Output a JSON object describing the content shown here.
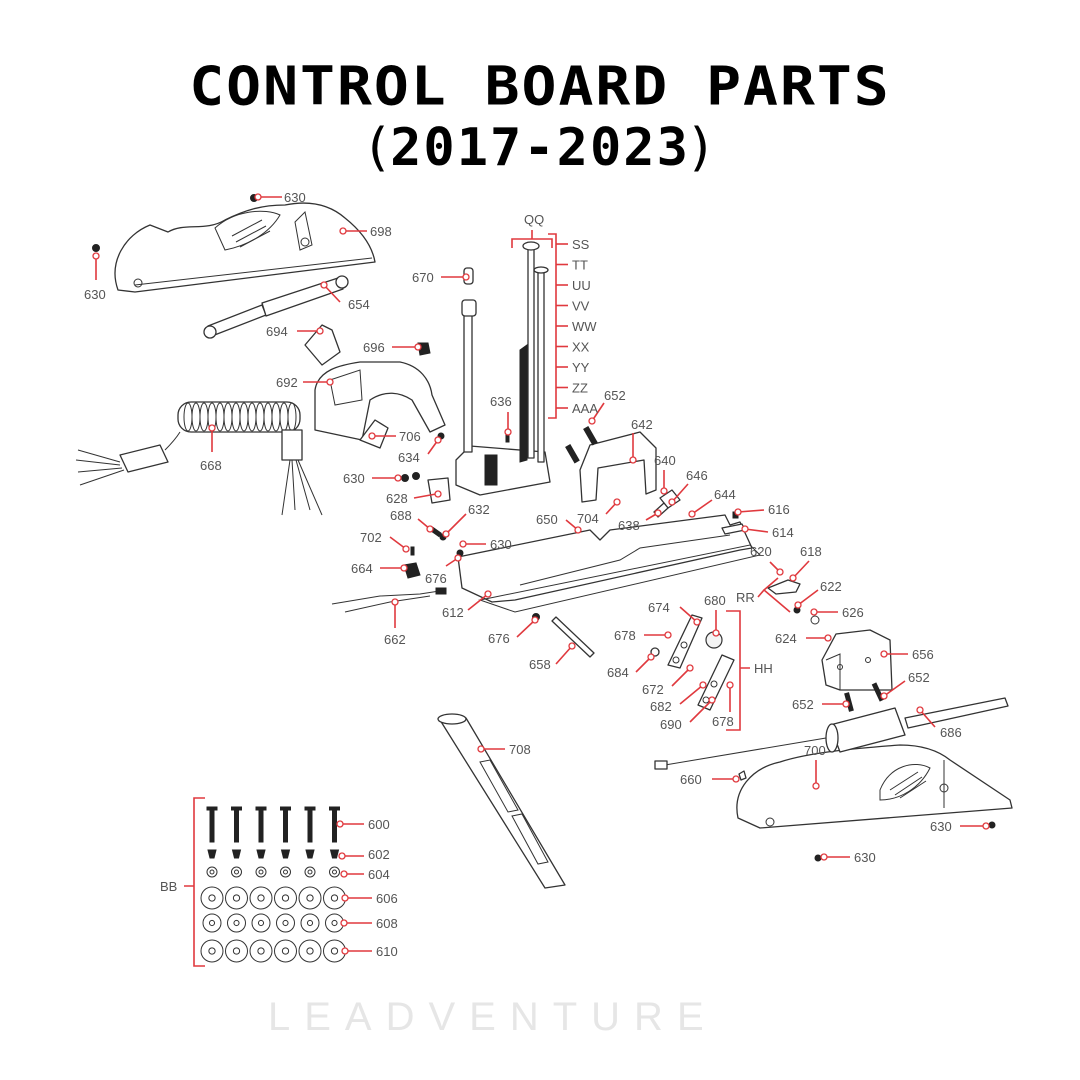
{
  "title": {
    "line1": "CONTROL BOARD PARTS",
    "line2_open": "(",
    "line2_years": "2017-2023",
    "line2_close": ")"
  },
  "watermark": "LEADVENTURE",
  "colors": {
    "callout": "#e0393e",
    "label_text": "#555555",
    "line_art": "#333333"
  },
  "callouts": [
    {
      "id": "c630a",
      "label": "630"
    },
    {
      "id": "c698",
      "label": "698"
    },
    {
      "id": "c630b",
      "label": "630"
    },
    {
      "id": "c654",
      "label": "654"
    },
    {
      "id": "c694",
      "label": "694"
    },
    {
      "id": "c696",
      "label": "696"
    },
    {
      "id": "c670",
      "label": "670"
    },
    {
      "id": "c692",
      "label": "692"
    },
    {
      "id": "c668",
      "label": "668"
    },
    {
      "id": "c706",
      "label": "706"
    },
    {
      "id": "c634",
      "label": "634"
    },
    {
      "id": "c630c",
      "label": "630"
    },
    {
      "id": "c628",
      "label": "628"
    },
    {
      "id": "c636",
      "label": "636"
    },
    {
      "id": "c652a",
      "label": "652"
    },
    {
      "id": "c642",
      "label": "642"
    },
    {
      "id": "c640",
      "label": "640"
    },
    {
      "id": "c646",
      "label": "646"
    },
    {
      "id": "c644",
      "label": "644"
    },
    {
      "id": "c704",
      "label": "704"
    },
    {
      "id": "c638",
      "label": "638"
    },
    {
      "id": "c616",
      "label": "616"
    },
    {
      "id": "c614",
      "label": "614"
    },
    {
      "id": "c688",
      "label": "688"
    },
    {
      "id": "c632",
      "label": "632"
    },
    {
      "id": "c650",
      "label": "650"
    },
    {
      "id": "c630d",
      "label": "630"
    },
    {
      "id": "c702",
      "label": "702"
    },
    {
      "id": "c664",
      "label": "664"
    },
    {
      "id": "c676a",
      "label": "676"
    },
    {
      "id": "c612",
      "label": "612"
    },
    {
      "id": "c662",
      "label": "662"
    },
    {
      "id": "c676b",
      "label": "676"
    },
    {
      "id": "c658",
      "label": "658"
    },
    {
      "id": "c620",
      "label": "620"
    },
    {
      "id": "c618",
      "label": "618"
    },
    {
      "id": "c622",
      "label": "622"
    },
    {
      "id": "c626",
      "label": "626"
    },
    {
      "id": "c624",
      "label": "624"
    },
    {
      "id": "c656",
      "label": "656"
    },
    {
      "id": "c674",
      "label": "674"
    },
    {
      "id": "c680",
      "label": "680"
    },
    {
      "id": "c678a",
      "label": "678"
    },
    {
      "id": "c684",
      "label": "684"
    },
    {
      "id": "c672",
      "label": "672"
    },
    {
      "id": "c682",
      "label": "682"
    },
    {
      "id": "c690",
      "label": "690"
    },
    {
      "id": "c678b",
      "label": "678"
    },
    {
      "id": "c652b",
      "label": "652"
    },
    {
      "id": "c652c",
      "label": "652"
    },
    {
      "id": "c686",
      "label": "686"
    },
    {
      "id": "c700",
      "label": "700"
    },
    {
      "id": "c660",
      "label": "660"
    },
    {
      "id": "c630e",
      "label": "630"
    },
    {
      "id": "c630f",
      "label": "630"
    },
    {
      "id": "c708",
      "label": "708"
    },
    {
      "id": "c600",
      "label": "600"
    },
    {
      "id": "c602",
      "label": "602"
    },
    {
      "id": "c604",
      "label": "604"
    },
    {
      "id": "c606",
      "label": "606"
    },
    {
      "id": "c608",
      "label": "608"
    },
    {
      "id": "c610",
      "label": "610"
    }
  ],
  "groups": {
    "QQ": {
      "label": "QQ"
    },
    "shaft_list": [
      "SS",
      "TT",
      "UU",
      "VV",
      "WW",
      "XX",
      "YY",
      "ZZ",
      "AAA"
    ],
    "RR": {
      "label": "RR"
    },
    "HH": {
      "label": "HH"
    },
    "BB": {
      "label": "BB"
    }
  }
}
